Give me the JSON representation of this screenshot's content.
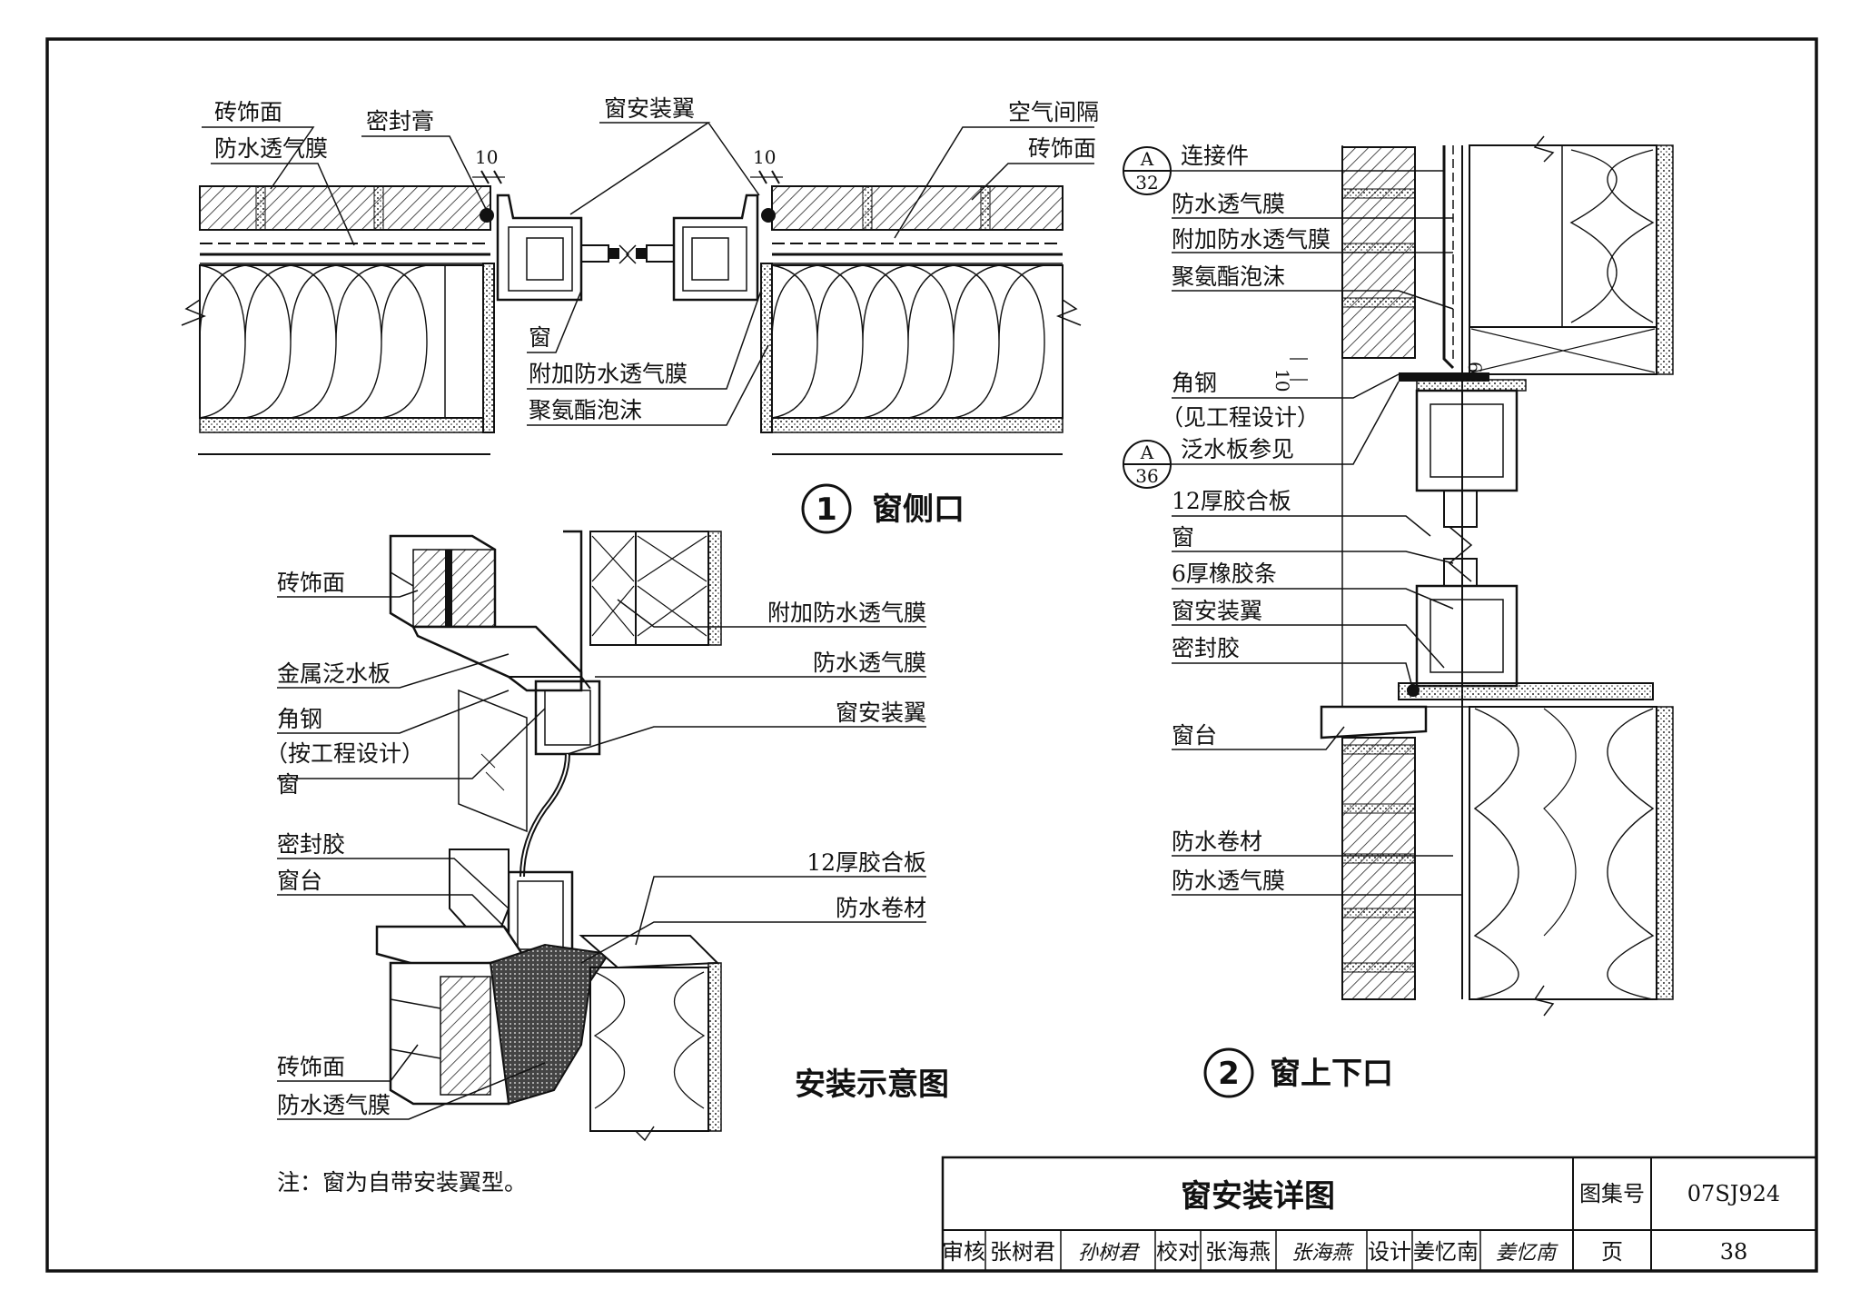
{
  "section1": {
    "title": "窗侧口",
    "number": "1",
    "labels": {
      "brick_face": "砖饰面",
      "sealant_paste": "密封膏",
      "install_wing": "窗安装翼",
      "air_gap": "空气间隔",
      "brick_face_right": "砖饰面",
      "breathable_membrane": "防水透气膜",
      "window": "窗",
      "additional_membrane": "附加防水透气膜",
      "pu_foam": "聚氨酯泡沫",
      "dim_left": "10",
      "dim_right": "10"
    }
  },
  "section2": {
    "title": "窗上下口",
    "number": "2",
    "ref1": {
      "letter": "A",
      "page": "32"
    },
    "ref2": {
      "letter": "A",
      "page": "36"
    },
    "labels": {
      "connector": "连接件",
      "breathable_membrane": "防水透气膜",
      "additional_membrane": "附加防水透气膜",
      "pu_foam": "聚氨酯泡沫",
      "angle_steel": "角钢",
      "see_project": "（见工程设计）",
      "flashing_ref": "泛水板参见",
      "plywood": "12厚胶合板",
      "window": "窗",
      "rubber_strip": "6厚橡胶条",
      "install_wing": "窗安装翼",
      "sealant": "密封胶",
      "sill": "窗台",
      "waterproof_roll": "防水卷材",
      "breathable_membrane_2": "防水透气膜",
      "dim_10": "10",
      "dim_6": "6"
    }
  },
  "section3": {
    "title": "安装示意图",
    "labels": {
      "brick_face": "砖饰面",
      "metal_flashing": "金属泛水板",
      "angle_steel": "角钢",
      "per_project": "（按工程设计）",
      "window": "窗",
      "sealant": "密封胶",
      "sill": "窗台",
      "brick_face_2": "砖饰面",
      "breathable_membrane_2": "防水透气膜",
      "additional_membrane": "附加防水透气膜",
      "breathable_membrane": "防水透气膜",
      "install_wing": "窗安装翼",
      "plywood": "12厚胶合板",
      "waterproof_roll": "防水卷材"
    }
  },
  "note": "注：窗为自带安装翼型。",
  "title_block": {
    "drawing_title": "窗安装详图",
    "atlas_label": "图集号",
    "atlas_no": "07SJ924",
    "page_label": "页",
    "page_no": "38",
    "review_label": "审核",
    "reviewer": "张树君",
    "reviewer_sig": "孙树君",
    "check_label": "校对",
    "checker": "张海燕",
    "checker_sig": "张海燕",
    "design_label": "设计",
    "designer": "姜忆南",
    "designer_sig": "姜忆南"
  }
}
